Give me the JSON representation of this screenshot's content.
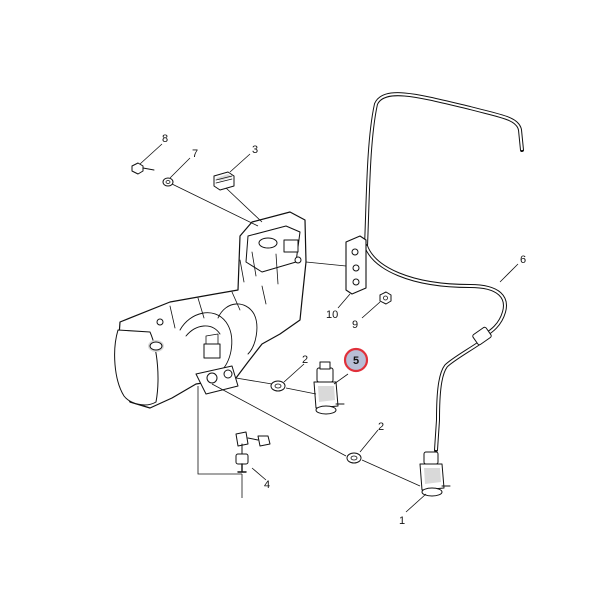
{
  "diagram": {
    "callouts": [
      {
        "id": "1",
        "label": "1"
      },
      {
        "id": "2a",
        "label": "2"
      },
      {
        "id": "2b",
        "label": "2"
      },
      {
        "id": "3",
        "label": "3"
      },
      {
        "id": "4",
        "label": "4"
      },
      {
        "id": "5",
        "label": "5",
        "highlighted": true
      },
      {
        "id": "6",
        "label": "6"
      },
      {
        "id": "7",
        "label": "7"
      },
      {
        "id": "8",
        "label": "8"
      },
      {
        "id": "9",
        "label": "9"
      },
      {
        "id": "10",
        "label": "10"
      }
    ],
    "colors": {
      "ink": "#111111",
      "highlight_ring": "#e0303a",
      "highlight_fill": "#b8bed6",
      "shade": "#d9d9d9"
    }
  }
}
